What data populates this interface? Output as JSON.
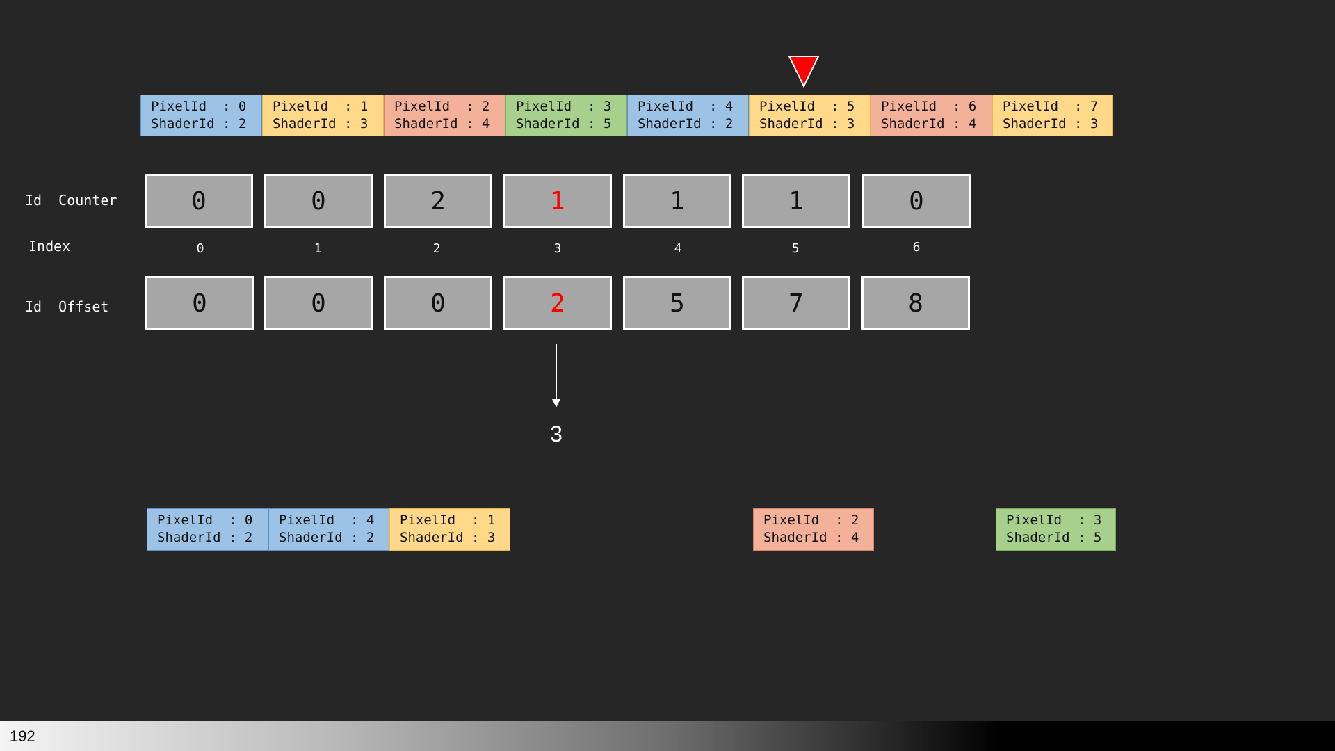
{
  "input_cells": [
    {
      "text": "PixelId  : 0\nShaderId : 2",
      "color": "blue"
    },
    {
      "text": "PixelId  : 1\nShaderId : 3",
      "color": "yellow"
    },
    {
      "text": "PixelId  : 2\nShaderId : 4",
      "color": "orange"
    },
    {
      "text": "PixelId  : 3\nShaderId : 5",
      "color": "green"
    },
    {
      "text": "PixelId  : 4\nShaderId : 2",
      "color": "blue"
    },
    {
      "text": "PixelId  : 5\nShaderId : 3",
      "color": "yellow"
    },
    {
      "text": "PixelId  : 6\nShaderId : 4",
      "color": "orange"
    },
    {
      "text": "PixelId  : 7\nShaderId : 3",
      "color": "yellow"
    }
  ],
  "pointer_color": "#ff0000",
  "labels": {
    "id_counter": "Id  Counter",
    "index": "Index",
    "id_offset": "Id  Offset"
  },
  "id_counter": [
    "0",
    "0",
    "2",
    "1",
    "1",
    "1",
    "0"
  ],
  "index_values": [
    "0",
    "1",
    "2",
    "3",
    "4",
    "5",
    "6"
  ],
  "id_offset": [
    "0",
    "0",
    "0",
    "2",
    "5",
    "7",
    "8"
  ],
  "highlight_index": 3,
  "highlight_color": "#ff0000",
  "result_value": "3",
  "output_cells": [
    {
      "text": "PixelId  : 0\nShaderId : 2",
      "color": "blue"
    },
    {
      "text": "PixelId  : 4\nShaderId : 2",
      "color": "blue"
    },
    {
      "text": "PixelId  : 1\nShaderId : 3",
      "color": "yellow"
    },
    {
      "text": "PixelId  : 2\nShaderId : 4",
      "color": "orange"
    },
    {
      "text": "PixelId  : 3\nShaderId : 5",
      "color": "green"
    }
  ],
  "page_number": "192"
}
